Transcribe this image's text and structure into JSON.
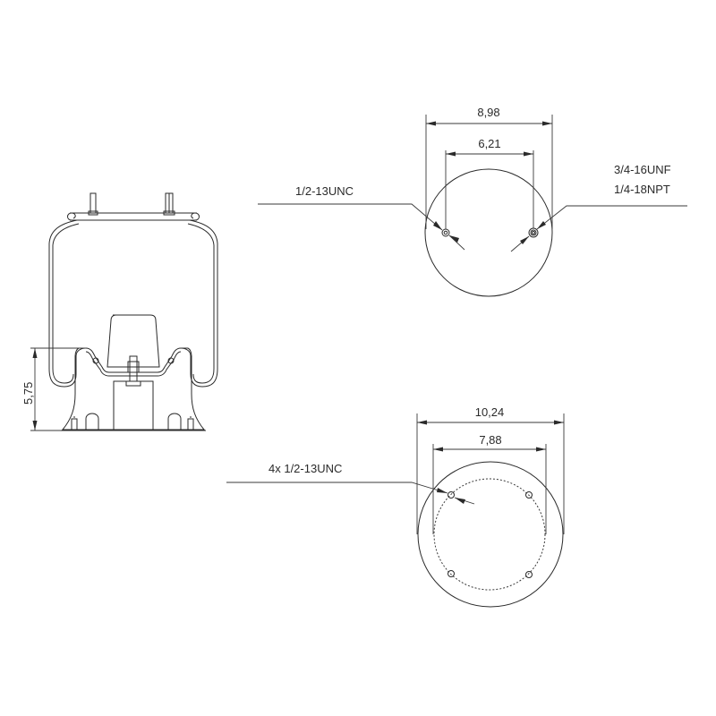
{
  "side_view": {
    "height_dimension": "5,75"
  },
  "top_plate_view": {
    "outer_dimension": "8,98",
    "stud_spacing_dimension": "6,21",
    "left_callout": "1/2-13UNC",
    "right_callout_line1": "3/4-16UNF",
    "right_callout_line2": "1/4-18NPT"
  },
  "bottom_piston_view": {
    "outer_dimension": "10,24",
    "bolt_circle_dimension": "7,88",
    "callout": "4x 1/2-13UNC"
  },
  "colors": {
    "line": "#2a2a2a",
    "background": "#ffffff"
  }
}
